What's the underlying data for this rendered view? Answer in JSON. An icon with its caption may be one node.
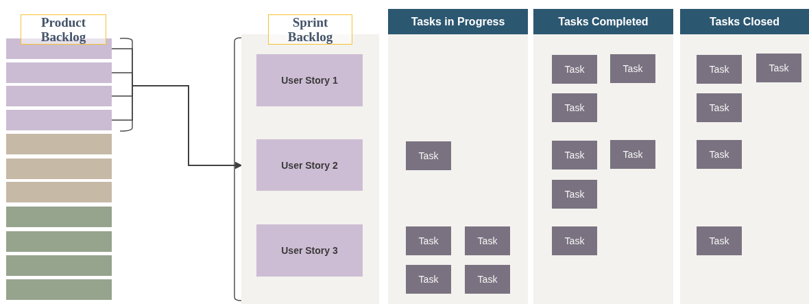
{
  "diagram": {
    "nodes": [
      {
        "text": [
          "Product Backlog"
        ]
      },
      {
        "text": [],
        "shape": "bar"
      },
      {
        "text": [],
        "shape": "bar"
      },
      {
        "text": [],
        "shape": "bar"
      },
      {
        "text": [],
        "shape": "bar"
      },
      {
        "text": [],
        "shape": "bar"
      },
      {
        "text": [],
        "shape": "bar"
      },
      {
        "text": [],
        "shape": "bar"
      },
      {
        "text": [],
        "shape": "bar"
      },
      {
        "text": [],
        "shape": "bar"
      },
      {
        "text": [],
        "shape": "bar"
      },
      {
        "text": [],
        "shape": "bar"
      },
      {
        "text": [
          "Sprint Backlog"
        ]
      },
      {
        "text": [],
        "shape": "box"
      },
      {
        "text": [
          "User Story 1"
        ],
        "in": 13
      },
      {
        "text": [
          "User Story 2"
        ],
        "in": 13
      },
      {
        "text": [
          "User Story 3"
        ],
        "in": 13
      },
      {
        "text": [
          "Tasks in Progress"
        ]
      },
      {
        "text": [
          "Task"
        ],
        "in": 17
      },
      {
        "text": [
          "Task"
        ],
        "in": 17
      },
      {
        "text": [
          "Task"
        ],
        "in": 17
      },
      {
        "text": [
          "Task"
        ],
        "in": 17
      },
      {
        "text": [
          "Task"
        ],
        "in": 17
      },
      {
        "text": [
          "Tasks Completed"
        ]
      },
      {
        "text": [
          "Task"
        ],
        "in": 23
      },
      {
        "text": [
          "Task"
        ],
        "in": 23
      },
      {
        "text": [
          "Task"
        ],
        "in": 23
      },
      {
        "text": [
          "Task"
        ],
        "in": 23
      },
      {
        "text": [
          "Task"
        ],
        "in": 23
      },
      {
        "text": [
          "Task"
        ],
        "in": 23
      },
      {
        "text": [
          "Task"
        ],
        "in": 23
      },
      {
        "text": [
          "Tasks Closed"
        ]
      },
      {
        "text": [
          "Task"
        ],
        "in": 31
      },
      {
        "text": [
          "Task"
        ],
        "in": 31
      },
      {
        "text": [
          "Task"
        ],
        "in": 31
      },
      {
        "text": [
          "Task"
        ],
        "in": 31
      },
      {
        "text": [
          "Task"
        ],
        "in": 31
      }
    ],
    "edges": [
      {
        "from": 1,
        "to": 13,
        "arrow": "to"
      },
      {
        "from": 2,
        "to": 13,
        "arrow": "to"
      },
      {
        "from": 3,
        "to": 13,
        "arrow": "to"
      },
      {
        "from": 4,
        "to": 13,
        "arrow": "to"
      }
    ]
  }
}
